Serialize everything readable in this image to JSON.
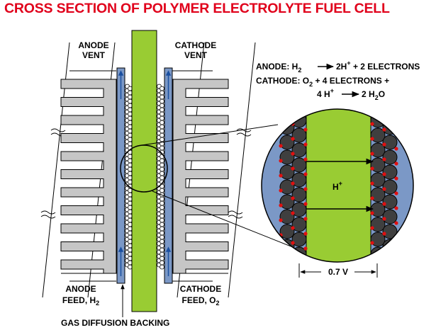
{
  "title": "CROSS SECTION OF POLYMER ELECTROLYTE FUEL CELL",
  "colors": {
    "title": "#e0001b",
    "membrane": "#99cc33",
    "gas_diffusion_backing": "#7b98c6",
    "arrow": "#1a4fa0",
    "plate": "#c6c6c6",
    "catalyst_particle": "#3f3f3f",
    "catalyst_dot": "#e01010"
  },
  "labels": {
    "anode_vent_1": "ANODE",
    "anode_vent_2": "VENT",
    "cathode_vent_1": "CATHODE",
    "cathode_vent_2": "VENT",
    "anode_feed_1": "ANODE",
    "anode_feed_2": "FEED, H",
    "anode_feed_sub": "2",
    "cathode_feed_1": "CATHODE",
    "cathode_feed_2": "FEED, O",
    "cathode_feed_sub": "2",
    "gas_diffusion_backing": "GAS DIFFUSION BACKING",
    "proton": "H",
    "proton_sup": "+",
    "voltage": "0.7 V"
  },
  "equations": {
    "anode_label": "ANODE:  H",
    "anode_sub": "2",
    "anode_product": "2H",
    "anode_sup": "+",
    "anode_tail": " + 2 ELECTRONS",
    "cathode_label": "CATHODE:  O",
    "cathode_sub": "2",
    "cathode_tail": " + 4 ELECTRONS +",
    "cathode_line2_head": "4 H",
    "cathode_line2_sup": "+",
    "cathode_product": "2 H",
    "cathode_product_sub": "2",
    "cathode_product_tail": "O"
  }
}
